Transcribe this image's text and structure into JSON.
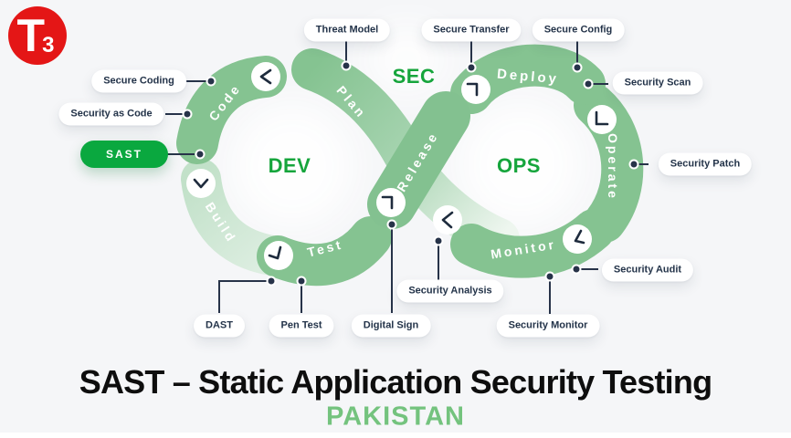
{
  "logo": {
    "letter": "T",
    "digit": "3"
  },
  "zones": {
    "dev": "DEV",
    "sec": "SEC",
    "ops": "OPS"
  },
  "stages": {
    "code": "Code",
    "plan": "Plan",
    "build": "Build",
    "test": "Test",
    "release": "Release",
    "deploy": "Deploy",
    "operate": "Operate",
    "monitor": "Monitor"
  },
  "callouts": {
    "threat_model": "Threat Model",
    "secure_transfer": "Secure Transfer",
    "secure_config": "Secure Config",
    "secure_coding": "Secure Coding",
    "security_as_code": "Security as Code",
    "sast": "SAST",
    "security_scan": "Security Scan",
    "security_patch": "Security Patch",
    "security_audit": "Security Audit",
    "security_monitor": "Security Monitor",
    "security_analysis": "Security Analysis",
    "digital_sign": "Digital Sign",
    "pen_test": "Pen Test",
    "dast": "DAST"
  },
  "title": {
    "main": "SAST – Static Application Security Testing",
    "subtitle": "PAKISTAN"
  },
  "icons": {
    "code": "chevron-left-icon",
    "build": "chevron-down-icon",
    "test": "clock-icon",
    "release": "corner-arrow-icon",
    "crossover": "chevron-left-icon",
    "deploy": "corner-arrow-icon",
    "operate": "corner-arrow-icon",
    "monitor": "clock-icon"
  },
  "colors": {
    "loop_green": "#85c391",
    "loop_faded": "#cde7d3",
    "accent_green": "#16a53c",
    "sast_pill_green": "#0aa83f",
    "subtitle_green": "#74c37e",
    "label_navy": "#233349",
    "logo_red": "#e41616",
    "background": "#f5f6f8"
  }
}
